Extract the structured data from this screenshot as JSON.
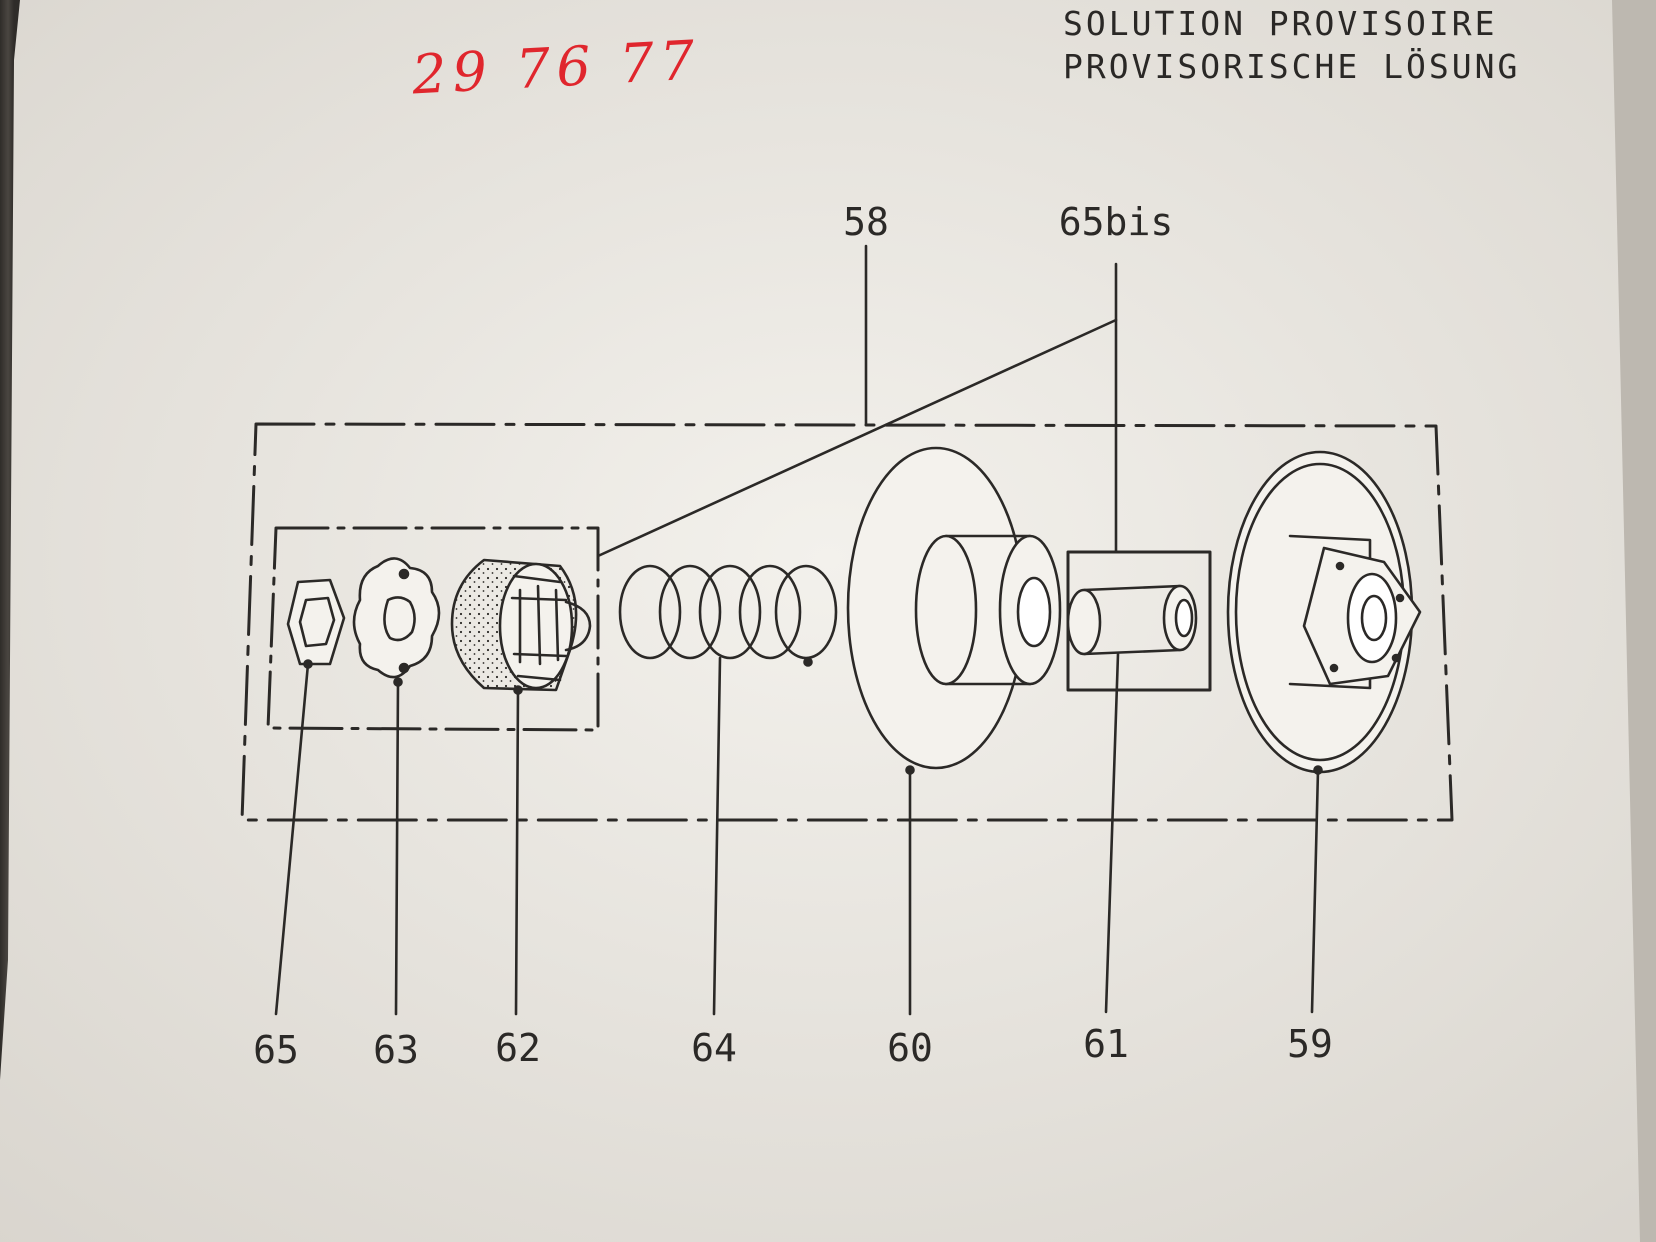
{
  "header": {
    "line1": "SOLUTION PROVISOIRE",
    "line2": "PROVISORISCHE LÖSUNG"
  },
  "handwritten_note": "29 76 77",
  "colors": {
    "paper": "#efece6",
    "ink": "#2b2927",
    "handwriting": "#e0262d"
  },
  "callouts": {
    "assembly": "58",
    "sleeve_bis": "65bis",
    "p65": "65",
    "p63": "63",
    "p62": "62",
    "p64": "64",
    "p60": "60",
    "p61": "61",
    "p59": "59"
  }
}
